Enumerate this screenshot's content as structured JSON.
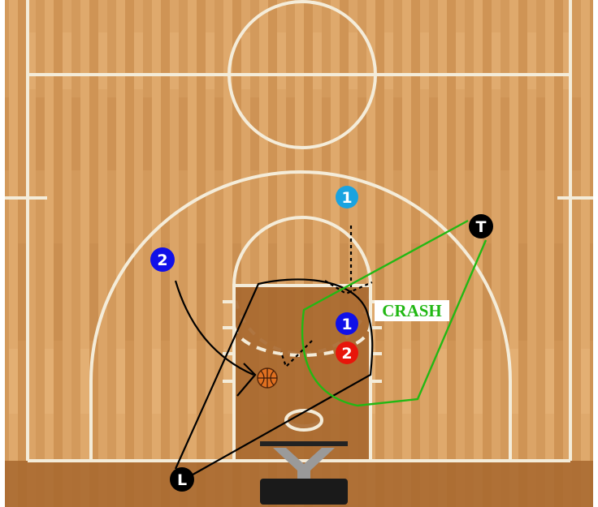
{
  "colors": {
    "floor": "#d49b5c",
    "paint": "#a86a34",
    "baseline_band": "#9a5a2a",
    "court_lines": "#f4ecd9",
    "black": "#000000",
    "crash_path": "#22b814",
    "crash_label_bg": "#ffffff",
    "offense_1_light": "#1aa3e0",
    "offense_dark_blue": "#1010e8",
    "defense_red": "#e8150a",
    "ball": "#e07020",
    "backboard": "#222222",
    "stanchion": "#9a9a9a"
  },
  "markers": {
    "offense_1_top": {
      "text": "1",
      "shape": "circle"
    },
    "offense_2_wing": {
      "text": "2",
      "shape": "circle"
    },
    "offense_1_paint": {
      "text": "1",
      "shape": "circle"
    },
    "defense_2_paint": {
      "text": "2",
      "shape": "circle"
    },
    "coach_t": {
      "text": "T",
      "shape": "circle"
    },
    "coach_l": {
      "text": "L",
      "shape": "circle"
    }
  },
  "annotation": {
    "crash_label": "CRASH"
  },
  "icons": {
    "ball": "basketball-icon",
    "hoop": "basket-stanchion-icon"
  }
}
